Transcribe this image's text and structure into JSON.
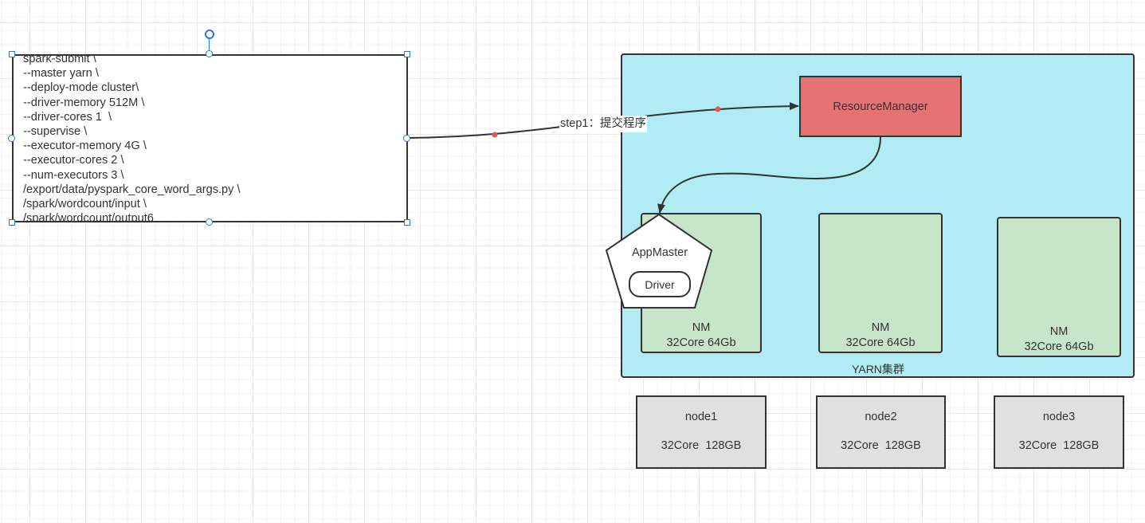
{
  "command_box": {
    "lines": [
      "spark-submit \\",
      "--master yarn \\",
      "--deploy-mode cluster\\",
      "--driver-memory 512M \\",
      "--driver-cores 1  \\",
      "--supervise \\",
      "--executor-memory 4G \\",
      "--executor-cores 2 \\",
      "--num-executors 3 \\",
      "/export/data/pyspark_core_word_args.py \\",
      "/spark/wordcount/input \\",
      "/spark/wordcount/output6"
    ],
    "selected": true
  },
  "edges": {
    "submit": {
      "label": "step1：提交程序",
      "from": "command_box",
      "to": "resource_manager"
    },
    "launch": {
      "label": "",
      "from": "resource_manager",
      "to": "app_master"
    }
  },
  "yarn_cluster": {
    "label": "YARN集群",
    "resource_manager": {
      "label": "ResourceManager"
    },
    "app_master": {
      "label": "AppMaster",
      "driver": {
        "label": "Driver"
      }
    },
    "node_managers": [
      {
        "name": "NM",
        "spec": "32Core 64Gb"
      },
      {
        "name": "NM",
        "spec": "32Core 64Gb"
      },
      {
        "name": "NM",
        "spec": "32Core 64Gb"
      }
    ]
  },
  "nodes": [
    {
      "name": "node1",
      "spec": "32Core  128GB"
    },
    {
      "name": "node2",
      "spec": "32Core  128GB"
    },
    {
      "name": "node3",
      "spec": "32Core  128GB"
    }
  ],
  "colors": {
    "yarn_fill": "#b1ebf3",
    "resource_manager_fill": "#e57373",
    "node_manager_fill": "#c7e5c8",
    "node_fill": "#e0e0e0",
    "stroke": "#333333",
    "selection": "#2a7ad5",
    "waypoint": "#e05555"
  }
}
